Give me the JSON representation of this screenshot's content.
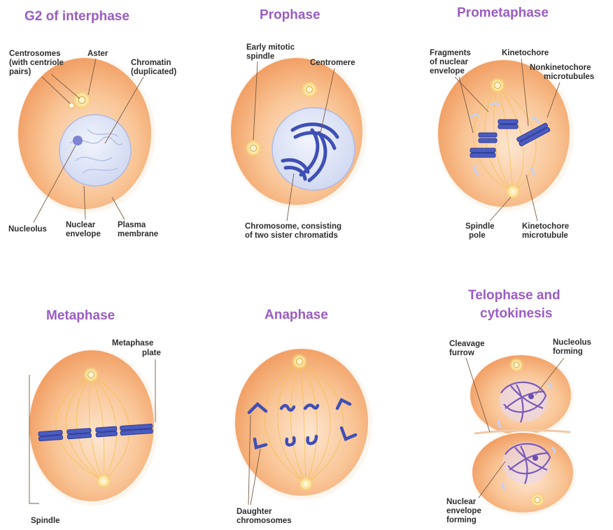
{
  "colors": {
    "title": "#9a5cc4",
    "cytoplasm_edge": "#f2a168",
    "cytoplasm_center": "#fde2c8",
    "nucleus": "#dde3f7",
    "chromosome": "#4a5cc2",
    "spindle": "#f4c04e",
    "label": "#2d2d2d"
  },
  "panels": {
    "g2": {
      "title": "G2 of interphase",
      "labels": {
        "centrosomes_1": "Centrosomes",
        "centrosomes_2": "(with centriole",
        "centrosomes_3": "pairs)",
        "aster": "Aster",
        "chromatin_1": "Chromatin",
        "chromatin_2": "(duplicated)",
        "nucleolus": "Nucleolus",
        "nuclear_envelope_1": "Nuclear",
        "nuclear_envelope_2": "envelope",
        "plasma_membrane_1": "Plasma",
        "plasma_membrane_2": "membrane"
      }
    },
    "prophase": {
      "title": "Prophase",
      "labels": {
        "spindle_1": "Early mitotic",
        "spindle_2": "spindle",
        "centromere": "Centromere",
        "chromosome_1": "Chromosome, consisting",
        "chromosome_2": "of two sister chromatids"
      }
    },
    "prometaphase": {
      "title": "Prometaphase",
      "labels": {
        "fragments_1": "Fragments",
        "fragments_2": "of nuclear",
        "fragments_3": "envelope",
        "kinetochore": "Kinetochore",
        "nonkinetochore_1": "Nonkinetochore",
        "nonkinetochore_2": "microtubules",
        "spindle_pole_1": "Spindle",
        "spindle_pole_2": "pole",
        "kinetochore_mt_1": "Kinetochore",
        "kinetochore_mt_2": "microtubule"
      }
    },
    "metaphase": {
      "title": "Metaphase",
      "labels": {
        "plate_1": "Metaphase",
        "plate_2": "plate",
        "spindle": "Spindle"
      }
    },
    "anaphase": {
      "title": "Anaphase",
      "labels": {
        "daughter_1": "Daughter",
        "daughter_2": "chromosomes"
      }
    },
    "telophase": {
      "title_1": "Telophase and",
      "title_2": "cytokinesis",
      "labels": {
        "cleavage_1": "Cleavage",
        "cleavage_2": "furrow",
        "nucleolus_1": "Nucleolus",
        "nucleolus_2": "forming",
        "envelope_1": "Nuclear",
        "envelope_2": "envelope",
        "envelope_3": "forming"
      }
    }
  }
}
